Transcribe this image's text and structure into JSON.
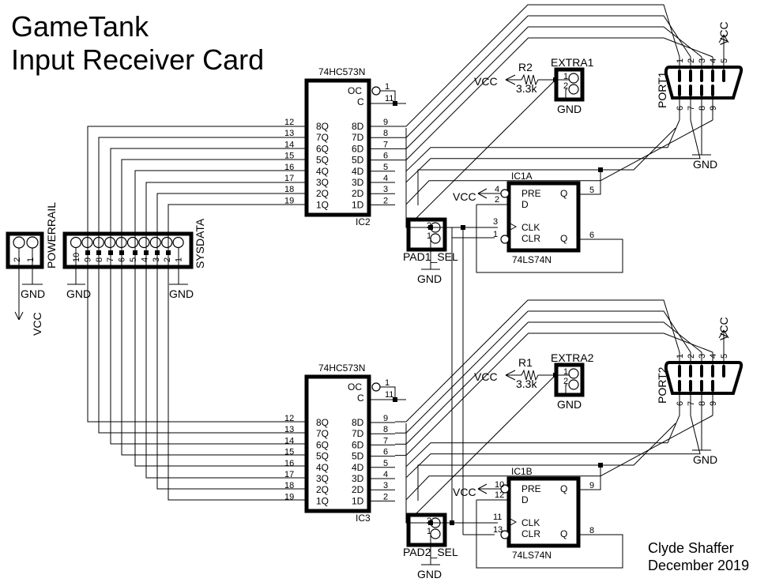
{
  "title": {
    "line1": "GameTank",
    "line2": "Input Receiver Card"
  },
  "author": {
    "name": "Clyde Shaffer",
    "date": "December 2019"
  },
  "powerrail": {
    "name": "POWERRAIL",
    "pins": [
      "2",
      "1"
    ],
    "gnd": "GND",
    "vcc": "VCC"
  },
  "sysdata": {
    "name": "SYSDATA",
    "pins": [
      "10",
      "9",
      "8",
      "7",
      "6",
      "5",
      "4",
      "3",
      "2",
      "1"
    ],
    "gnd_left": "GND",
    "gnd_right": "GND"
  },
  "latches": [
    {
      "ref": "IC2",
      "part": "74HC573N",
      "left_pins": [
        {
          "num": "12",
          "name": "8Q"
        },
        {
          "num": "13",
          "name": "7Q"
        },
        {
          "num": "14",
          "name": "6Q"
        },
        {
          "num": "15",
          "name": "5Q"
        },
        {
          "num": "16",
          "name": "4Q"
        },
        {
          "num": "17",
          "name": "3Q"
        },
        {
          "num": "18",
          "name": "2Q"
        },
        {
          "num": "19",
          "name": "1Q"
        }
      ],
      "right_pins": [
        {
          "num": "9",
          "name": "8D"
        },
        {
          "num": "8",
          "name": "7D"
        },
        {
          "num": "7",
          "name": "6D"
        },
        {
          "num": "6",
          "name": "5D"
        },
        {
          "num": "5",
          "name": "4D"
        },
        {
          "num": "4",
          "name": "3D"
        },
        {
          "num": "3",
          "name": "2D"
        },
        {
          "num": "2",
          "name": "1D"
        }
      ],
      "oc": {
        "num": "1",
        "name": "OC"
      },
      "c": {
        "num": "11",
        "name": "C"
      }
    },
    {
      "ref": "IC3",
      "part": "74HC573N",
      "left_pins": [
        {
          "num": "12",
          "name": "8Q"
        },
        {
          "num": "13",
          "name": "7Q"
        },
        {
          "num": "14",
          "name": "6Q"
        },
        {
          "num": "15",
          "name": "5Q"
        },
        {
          "num": "16",
          "name": "4Q"
        },
        {
          "num": "17",
          "name": "3Q"
        },
        {
          "num": "18",
          "name": "2Q"
        },
        {
          "num": "19",
          "name": "1Q"
        }
      ],
      "right_pins": [
        {
          "num": "9",
          "name": "8D"
        },
        {
          "num": "8",
          "name": "7D"
        },
        {
          "num": "7",
          "name": "6D"
        },
        {
          "num": "6",
          "name": "5D"
        },
        {
          "num": "5",
          "name": "4D"
        },
        {
          "num": "4",
          "name": "3D"
        },
        {
          "num": "3",
          "name": "2D"
        },
        {
          "num": "2",
          "name": "1D"
        }
      ],
      "oc": {
        "num": "1",
        "name": "OC"
      },
      "c": {
        "num": "11",
        "name": "C"
      }
    }
  ],
  "extras": [
    {
      "name": "EXTRA1",
      "resistor": "R2",
      "value": "3.3k",
      "vcc": "VCC",
      "gnd": "GND",
      "pins": [
        "1",
        "2"
      ]
    },
    {
      "name": "EXTRA2",
      "resistor": "R1",
      "value": "3.3k",
      "vcc": "VCC",
      "gnd": "GND",
      "pins": [
        "1",
        "2"
      ]
    }
  ],
  "ports": [
    {
      "name": "PORT1",
      "top_pins": [
        "1",
        "2",
        "3",
        "4",
        "5"
      ],
      "bottom_pins": [
        "6",
        "7",
        "8",
        "9"
      ],
      "vcc": "VCC",
      "gnd": "GND"
    },
    {
      "name": "PORT2",
      "top_pins": [
        "1",
        "2",
        "3",
        "4",
        "5"
      ],
      "bottom_pins": [
        "6",
        "7",
        "8",
        "9"
      ],
      "vcc": "VCC",
      "gnd": "GND"
    }
  ],
  "flipflops": [
    {
      "ref": "IC1A",
      "part": "74LS74N",
      "pre": {
        "num": "4",
        "name": "PRE"
      },
      "d": {
        "num": "2",
        "name": "D"
      },
      "clk": {
        "num": "3",
        "name": "CLK"
      },
      "clr": {
        "num": "1",
        "name": "CLR"
      },
      "q": {
        "num": "5",
        "name": "Q"
      },
      "qn": {
        "num": "6",
        "name": "Q"
      },
      "vcc": "VCC"
    },
    {
      "ref": "IC1B",
      "part": "74LS74N",
      "pre": {
        "num": "10",
        "name": "PRE"
      },
      "d": {
        "num": "12",
        "name": "D"
      },
      "clk": {
        "num": "11",
        "name": "CLK"
      },
      "clr": {
        "num": "13",
        "name": "CLR"
      },
      "q": {
        "num": "9",
        "name": "Q"
      },
      "qn": {
        "num": "8",
        "name": "Q"
      },
      "vcc": "VCC"
    }
  ],
  "selectors": [
    {
      "name": "PAD1_SEL",
      "pins": [
        "2",
        "1"
      ],
      "gnd": "GND"
    },
    {
      "name": "PAD2_SEL",
      "pins": [
        "2",
        "1"
      ],
      "gnd": "GND"
    }
  ]
}
